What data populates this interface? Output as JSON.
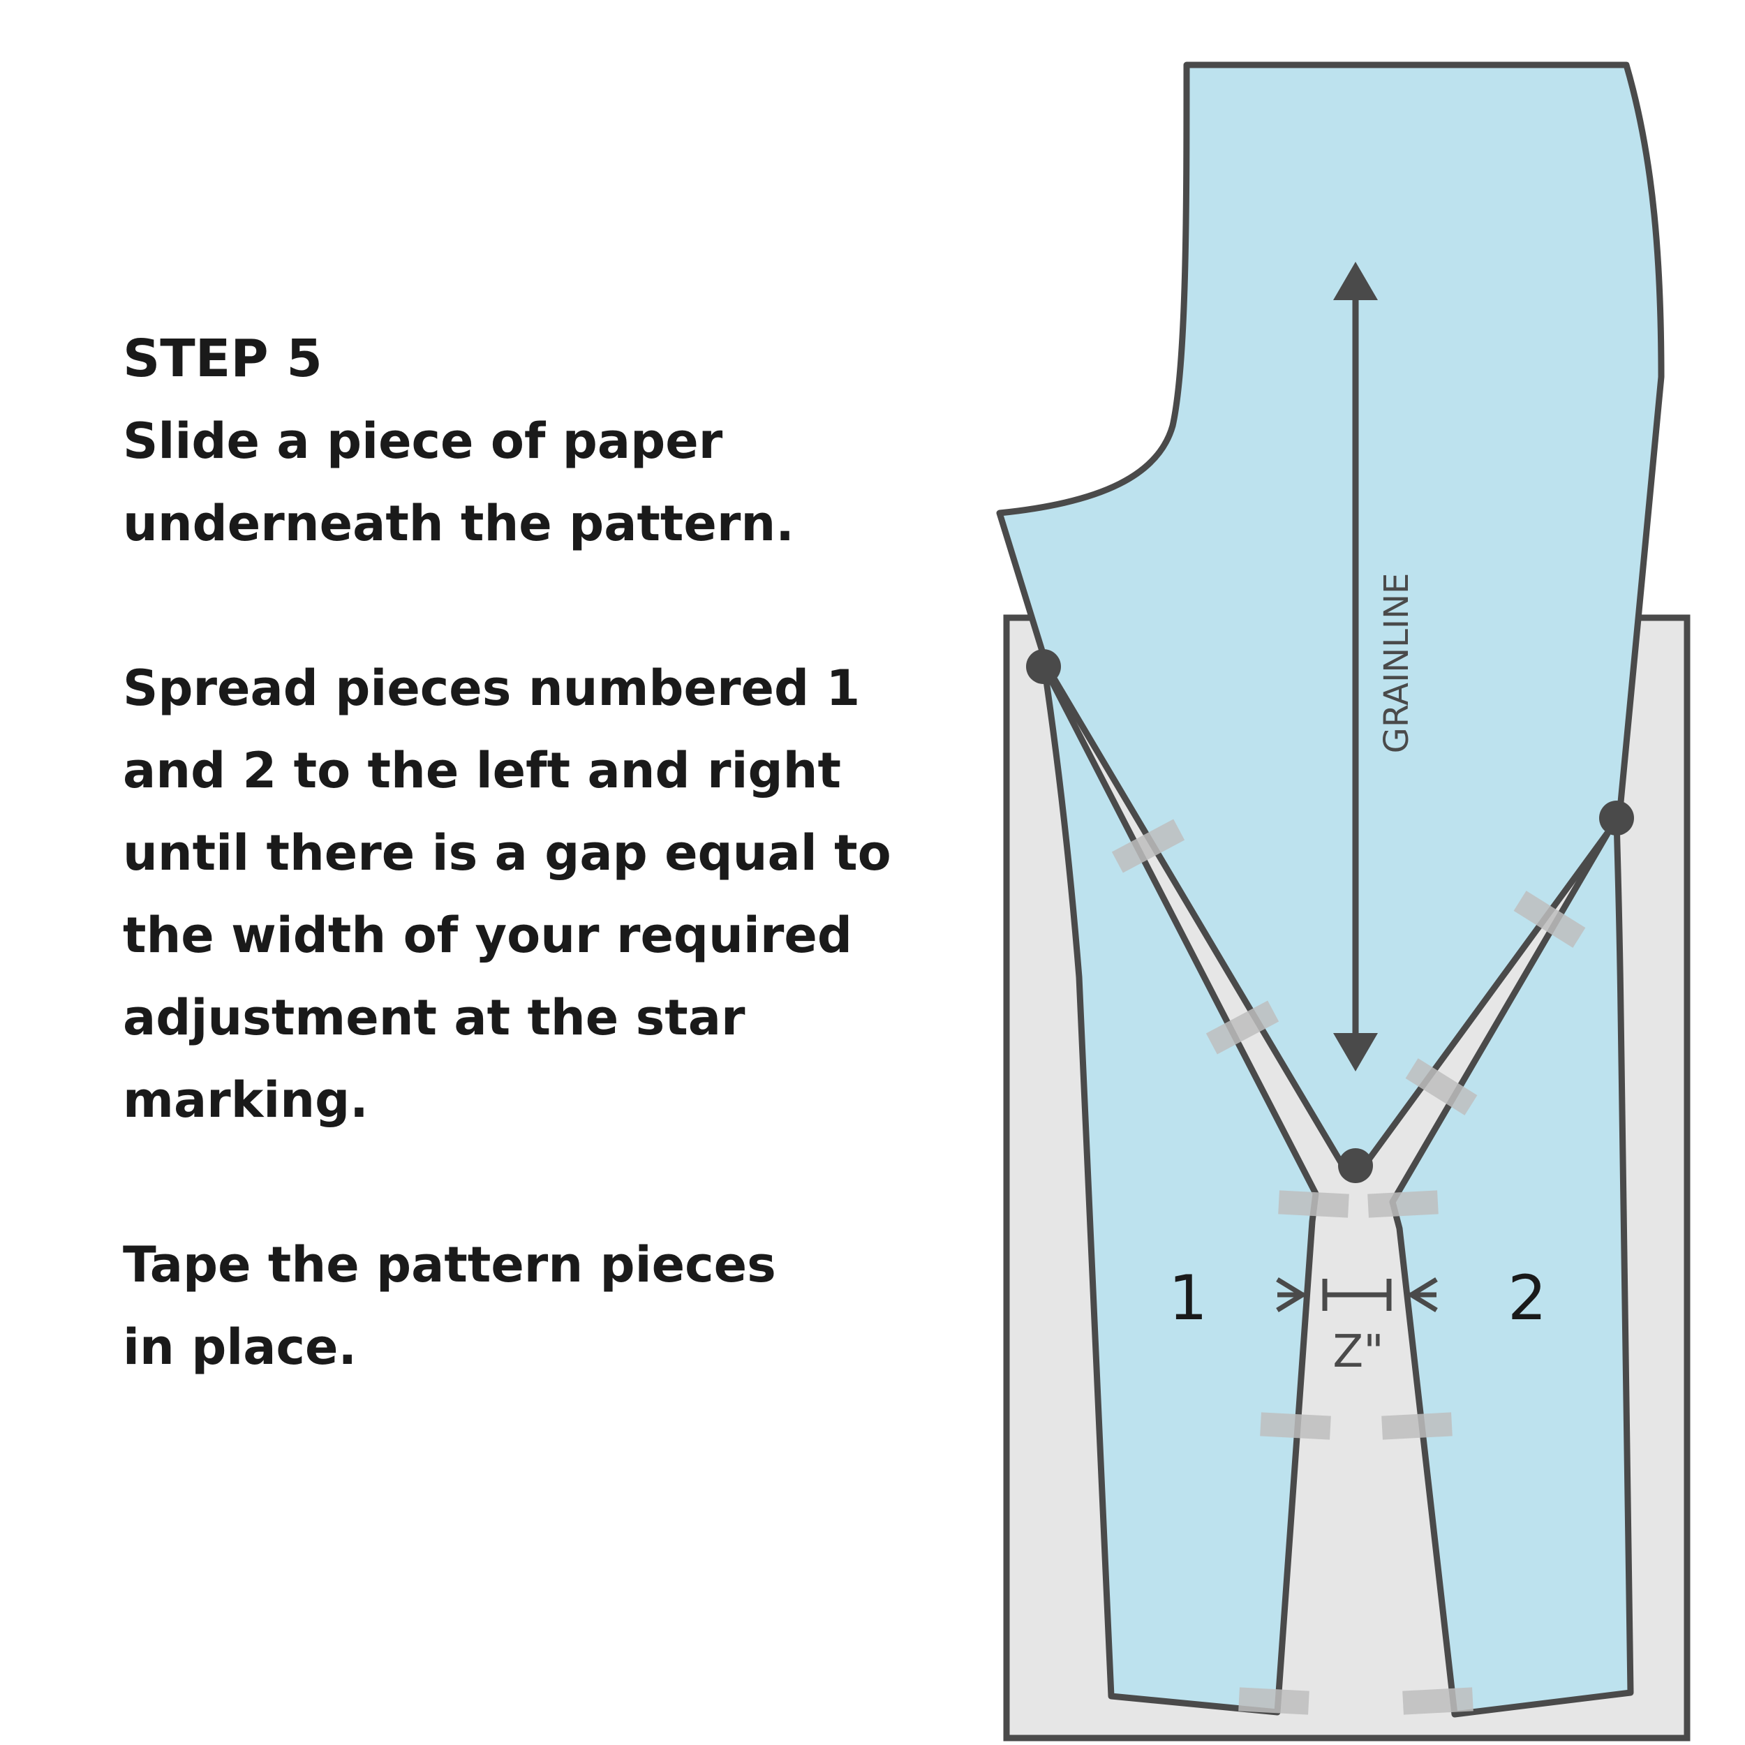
{
  "step": {
    "title": "STEP 5",
    "paragraphs": [
      [
        "Slide a piece of paper",
        "underneath the pattern."
      ],
      [
        "Spread pieces numbered 1",
        "and 2 to the left and right",
        "until there is a gap equal to",
        "the width of your required",
        "adjustment at the star",
        "marking."
      ],
      [
        "Tape the pattern pieces",
        "in place."
      ]
    ]
  },
  "diagram": {
    "grainline_label": "GRAINLINE",
    "piece_1_label": "1",
    "piece_2_label": "2",
    "gap_label": "Z\"",
    "colors": {
      "pattern_fill": "#bde2ee",
      "paper_fill": "#e6e6e6",
      "outline": "#4a4a4a",
      "tape": "#bfbfbf"
    }
  }
}
